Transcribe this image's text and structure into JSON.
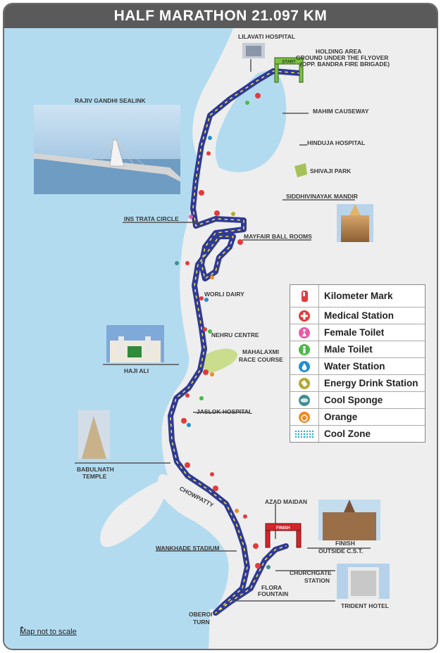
{
  "title": "HALF MARATHON 21.097 KM",
  "places": {
    "lilavati": "LILAVATI HOSPITAL",
    "holding1": "HOLDING AREA",
    "holding2": "GROUND UNDER THE FLYOVER",
    "holding3": "(OPP. BANDRA FIRE BRIGADE)",
    "start": "START",
    "sealink": "RAJIV GANDHI SEALINK",
    "mahim": "MAHIM CAUSEWAY",
    "hinduja": "HINDUJA HOSPITAL",
    "shivaji": "SHIVAJI PARK",
    "siddhivinayak": "SIDDHIVINAYAK MANDIR",
    "instrata": "INS TRATA CIRCLE",
    "mayfair": "MAYFAIR BALL ROOMS",
    "worli": "WORLI DAIRY",
    "nehru": "NEHRU CENTRE",
    "mahalaxmi1": "MAHALAXMI",
    "mahalaxmi2": "RACE COURSE",
    "hajiali": "HAJI ALI",
    "jaslok": "JASLOK HOSPITAL",
    "babulnath1": "BABULNATH",
    "babulnath2": "TEMPLE",
    "chowpatty": "CHOWPATTY",
    "azad": "AZAD MAIDAN",
    "finish": "FINISH",
    "finish_outside1": "FINISH",
    "finish_outside2": "OUTSIDE C.S.T.",
    "wankhade": "WANKHADE STADIUM",
    "churchgate1": "CHURCHGATE",
    "churchgate2": "STATION",
    "flora1": "FLORA",
    "flora2": "FOUNTAIN",
    "trident": "TRIDENT HOTEL",
    "oberoi1": "OBEROI",
    "oberoi2": "TURN"
  },
  "legend": [
    {
      "label": "Kilometer Mark",
      "icon": "kilometer-mark-icon"
    },
    {
      "label": "Medical Station",
      "icon": "medical-station-icon"
    },
    {
      "label": "Female Toilet",
      "icon": "female-toilet-icon"
    },
    {
      "label": "Male Toilet",
      "icon": "male-toilet-icon"
    },
    {
      "label": "Water Station",
      "icon": "water-station-icon"
    },
    {
      "label": "Energy Drink Station",
      "icon": "energy-drink-icon"
    },
    {
      "label": "Cool Sponge",
      "icon": "cool-sponge-icon"
    },
    {
      "label": "Orange",
      "icon": "orange-icon"
    },
    {
      "label": "Cool Zone",
      "icon": "cool-zone-icon"
    }
  ],
  "note": "Map not to scale",
  "colors": {
    "sea": "#b3dbf0",
    "land": "#eeeeee",
    "route": "#2f3a96",
    "route_dash": "#f5e04a",
    "km": "#e23b3b",
    "medical": "#e23b3b",
    "female": "#e85aa6",
    "male": "#4cb848",
    "water": "#1f8fd6",
    "energy": "#b3a830",
    "sponge": "#3f8f8f",
    "orange": "#f08a24",
    "park": "#c9dd8c"
  }
}
